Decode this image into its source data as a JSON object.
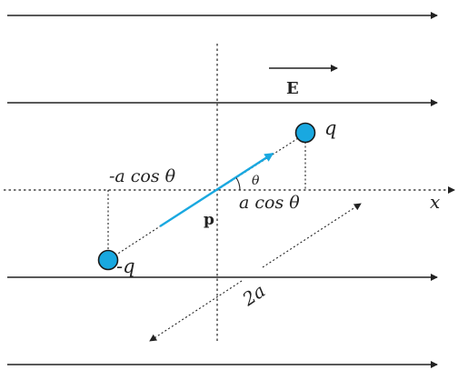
{
  "labels": {
    "field": "E",
    "positive_charge": "q",
    "negative_charge": "-q",
    "dipole_moment": "p",
    "angle": "θ",
    "positive_projection": "a cos θ",
    "negative_projection": "-a cos θ",
    "x_axis": "x",
    "separation": "2a"
  },
  "colors": {
    "charge_fill": "#19a8e0",
    "dipole_vector": "#19a8e0",
    "line": "#222222"
  }
}
